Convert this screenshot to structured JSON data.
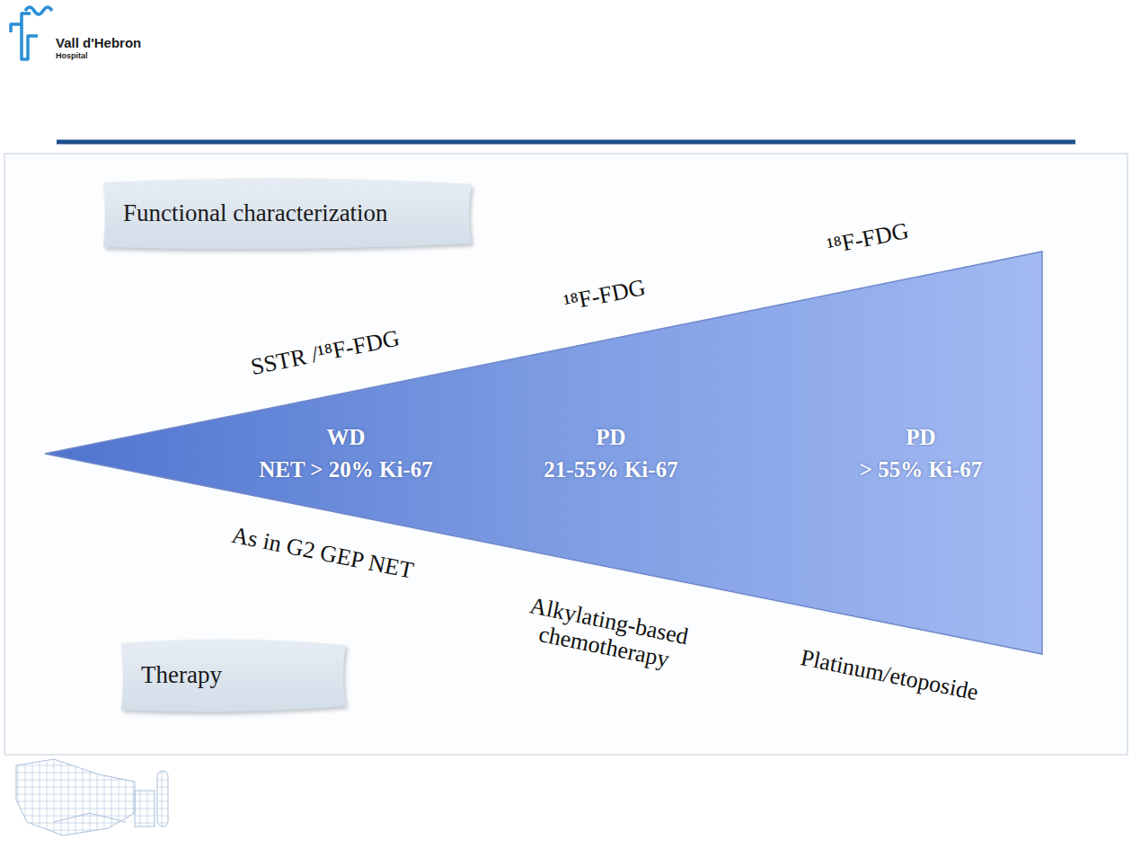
{
  "diagram": {
    "nodes": [
      {
        "text": [
          "Functional characterization"
        ]
      },
      {
        "text": [
          "WD",
          "NET > 20% Ki-67",
          "PD",
          "21-55% Ki-67",
          "PD",
          "> 55% Ki-67"
        ]
      },
      {
        "text": [
          "Therapy"
        ]
      }
    ],
    "labels": [
      "Vall d'Hebron",
      "Hospital",
      "SSTR /¹⁸F-FDG",
      "¹⁸F-FDG",
      "¹⁸F-FDG",
      "As in G2 GEP NET",
      "Alkylating-based chemotherapy",
      "Platinum/etoposide"
    ]
  }
}
